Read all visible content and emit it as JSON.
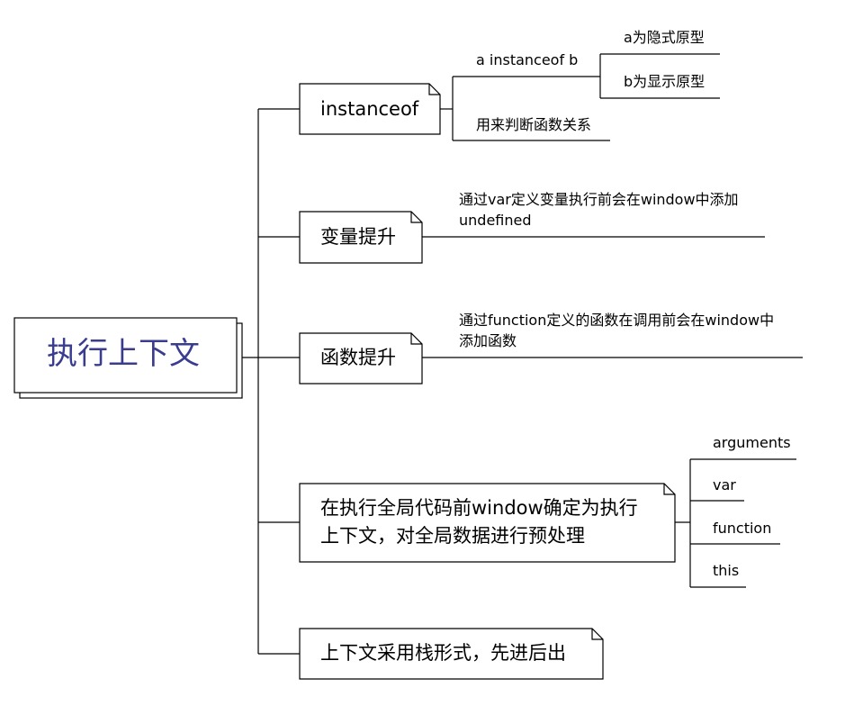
{
  "root": {
    "label": "执行上下文"
  },
  "nodes": {
    "instanceof": {
      "label": "instanceof",
      "children": {
        "usage": {
          "label": "a instanceof b",
          "children": {
            "a": {
              "label": "a为隐式原型"
            },
            "b": {
              "label": "b为显示原型"
            }
          }
        },
        "purpose": {
          "label": "用来判断函数关系"
        }
      }
    },
    "hoist_var": {
      "label": "变量提升",
      "note_line1": "通过var定义变量执行前会在window中添加",
      "note_line2": "undefined"
    },
    "hoist_fn": {
      "label": "函数提升",
      "note_line1": "通过function定义的函数在调用前会在window中",
      "note_line2": "添加函数"
    },
    "global": {
      "label_line1": "在执行全局代码前window确定为执行",
      "label_line2": "上下文，对全局数据进行预处理",
      "children": [
        "arguments",
        "var",
        "function",
        "this"
      ]
    },
    "stack": {
      "label": "上下文采用栈形式，先进后出"
    }
  }
}
